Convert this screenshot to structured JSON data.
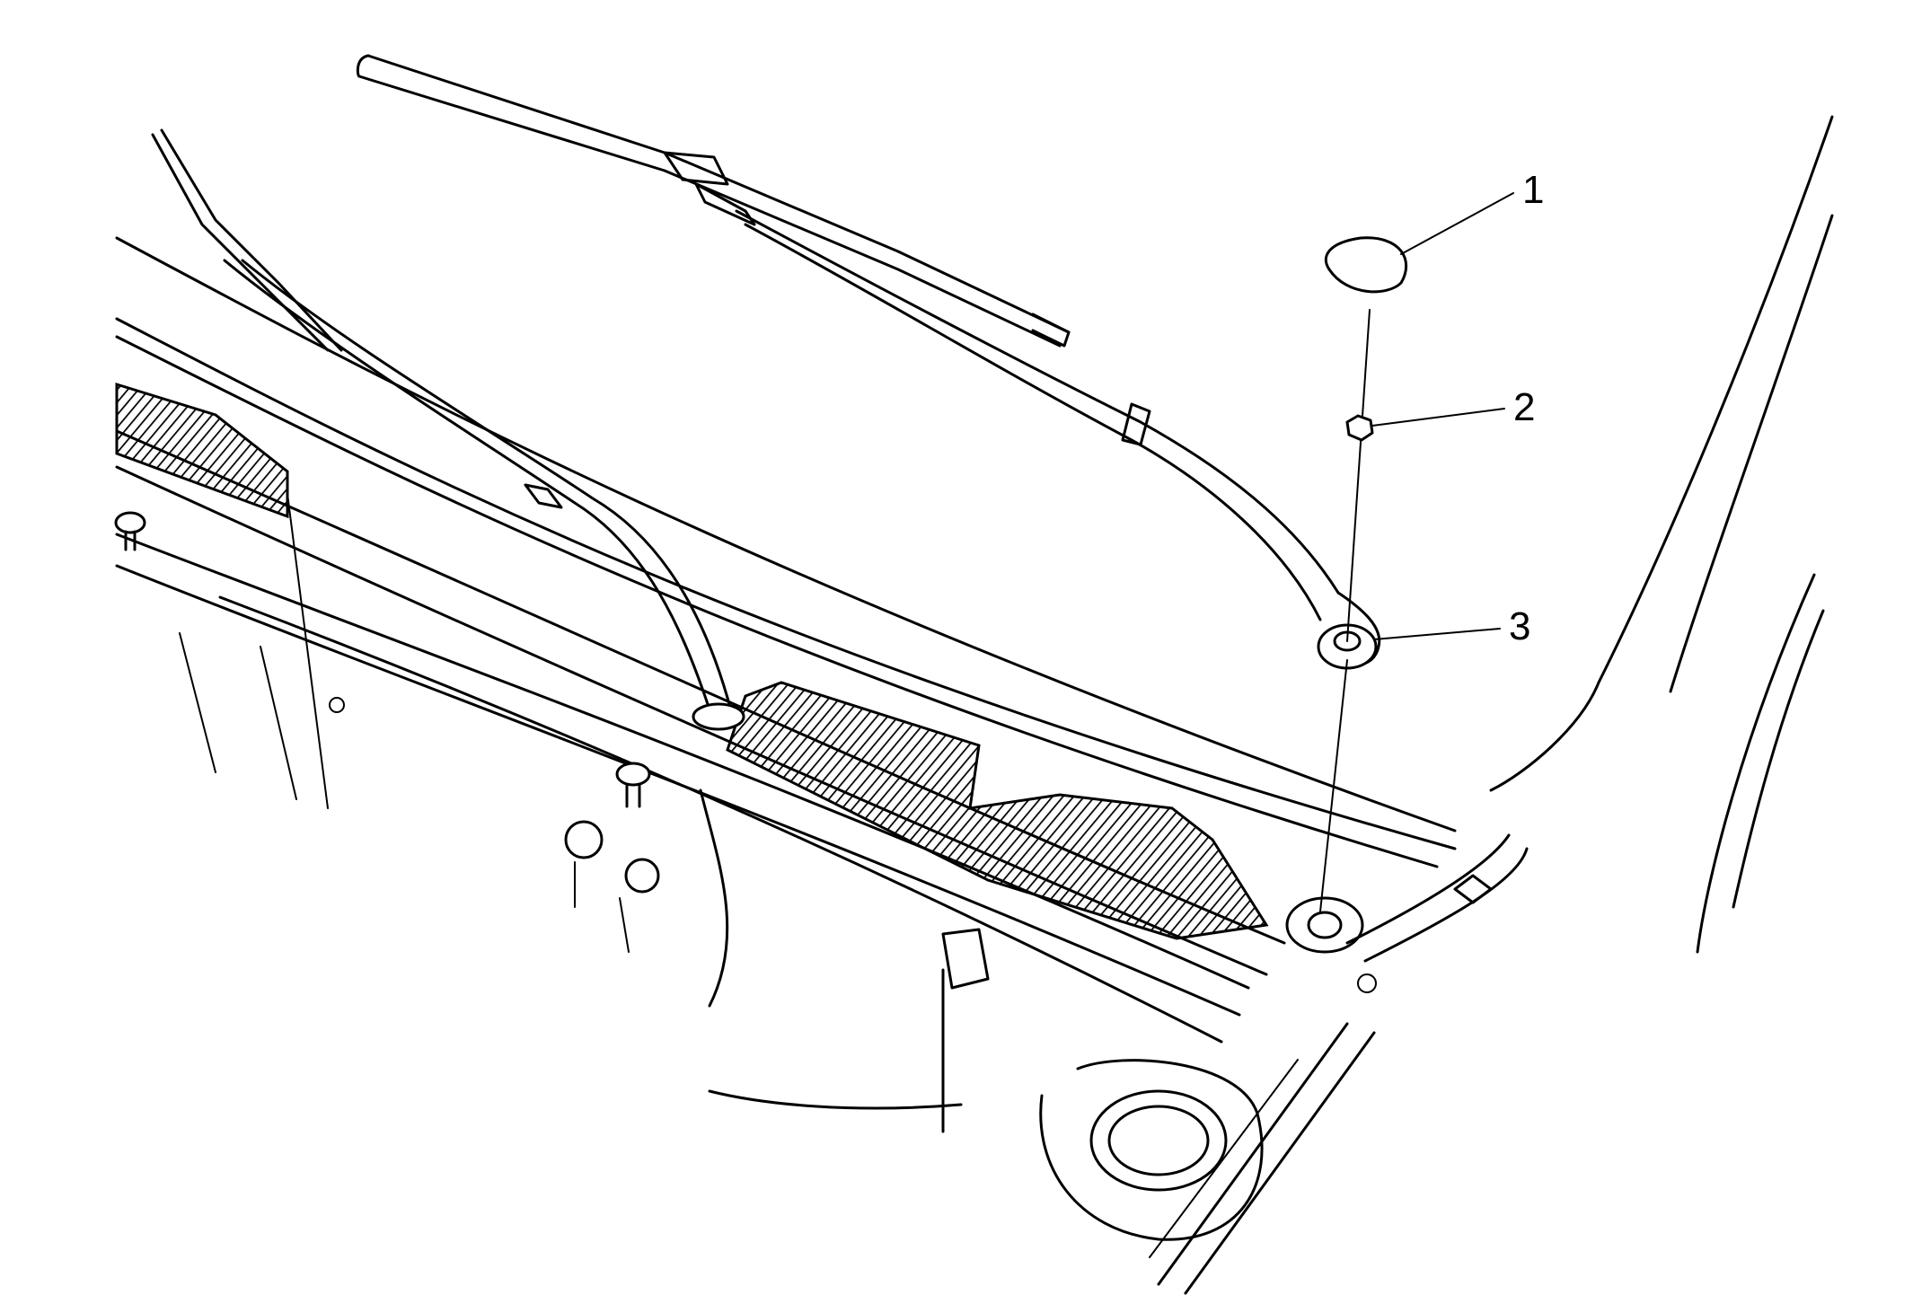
{
  "callouts": [
    {
      "number": "1",
      "part": "wiper-arm-nut-cap"
    },
    {
      "number": "2",
      "part": "wiper-arm-nut"
    },
    {
      "number": "3",
      "part": "wiper-arm"
    }
  ],
  "colors": {
    "line": "#000000",
    "background": "#ffffff"
  }
}
